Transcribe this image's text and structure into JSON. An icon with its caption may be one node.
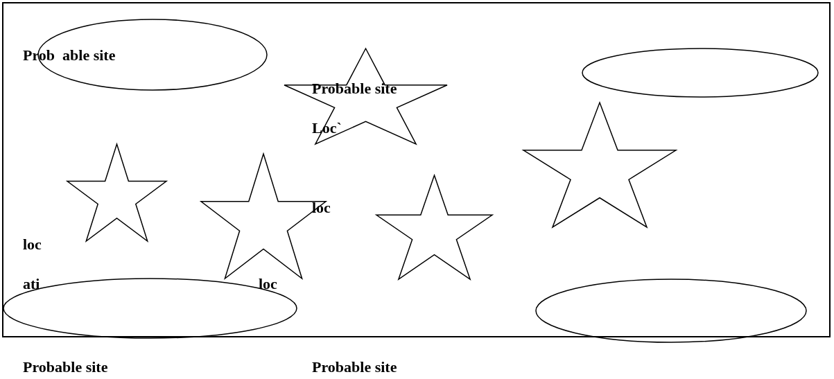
{
  "diagram": {
    "nodes": [
      {
        "text": [],
        "shape": "ellipse"
      },
      {
        "text": [],
        "shape": "star"
      },
      {
        "text": [],
        "shape": "ellipse"
      },
      {
        "text": [],
        "shape": "star"
      },
      {
        "text": [],
        "shape": "star"
      },
      {
        "text": [],
        "shape": "star"
      },
      {
        "text": [],
        "shape": "star"
      },
      {
        "text": [],
        "shape": "ellipse"
      },
      {
        "text": [],
        "shape": "ellipse"
      }
    ],
    "edges": [],
    "labels": [
      "Prob  able site",
      "Probable site",
      "Loc`",
      "loc",
      "loc",
      "ati",
      "loc",
      "Probable site",
      "Probable site"
    ]
  }
}
